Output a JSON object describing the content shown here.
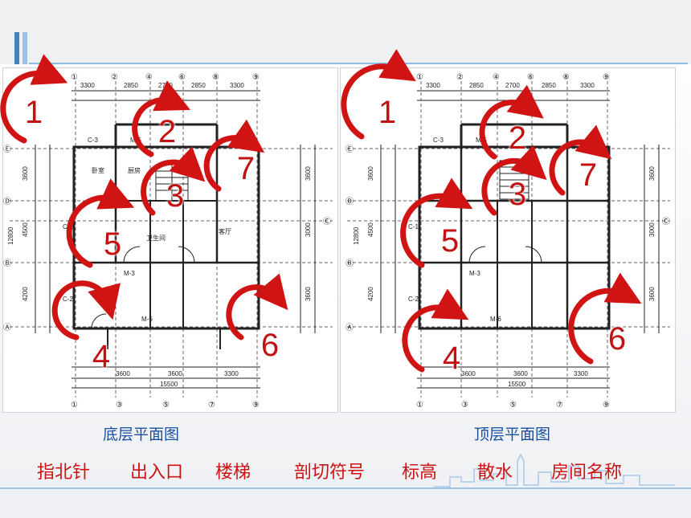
{
  "captions": {
    "left": "底层平面图",
    "right": "顶层平面图"
  },
  "legend": [
    "指北针",
    "出入口",
    "楼梯",
    "剖切符号",
    "标高",
    "散水",
    "房间名称"
  ],
  "markers": [
    "1",
    "2",
    "3",
    "4",
    "5",
    "6",
    "7"
  ],
  "axes": {
    "left": {
      "top": [
        "①",
        "②",
        "④",
        "⑥",
        "⑧",
        "⑨"
      ],
      "bottom": [
        "①",
        "③",
        "⑤",
        "⑦",
        "⑨"
      ],
      "rows": [
        "Ⓔ",
        "Ⓓ",
        "Ⓒ",
        "Ⓑ",
        "Ⓐ"
      ]
    },
    "right": {
      "top": [
        "①",
        "②",
        "④",
        "⑥",
        "⑧",
        "⑨"
      ],
      "bottom": [
        "①",
        "③",
        "⑤",
        "⑦",
        "⑨"
      ],
      "rows": [
        "Ⓔ",
        "Ⓓ",
        "Ⓒ",
        "Ⓑ",
        "Ⓐ"
      ]
    }
  },
  "dimensions": {
    "top_overall": [
      "3300",
      "2850",
      "2700",
      "2850",
      "3300"
    ],
    "bottom_overall": [
      "3600",
      "3600",
      "3300"
    ],
    "total": "15500",
    "left_side": [
      "3600",
      "4500",
      "4200",
      "12800"
    ],
    "right_side": [
      "3600",
      "3000",
      "3600"
    ]
  },
  "room_labels": [
    "M-5",
    "M-3",
    "M-6",
    "C-1",
    "C-2",
    "C-3",
    "卫生间",
    "厨房",
    "客厅",
    "卧室"
  ],
  "colors": {
    "marker": "#d01414",
    "caption": "#1a4fa0",
    "legend": "#cc1212",
    "accent": "#3f82c4"
  }
}
